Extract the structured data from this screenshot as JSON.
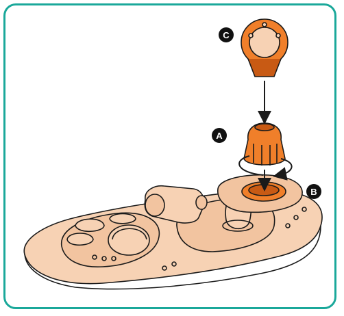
{
  "labels": {
    "a": "A",
    "b": "B",
    "c": "C"
  },
  "colors": {
    "frame_border": "#1aa89a",
    "base_fill": "#f7d2b4",
    "part_orange": "#f07f2a",
    "part_dark": "#c85a14",
    "outline": "#1a1a1a",
    "badge": "#111111"
  },
  "icons": {
    "rotate": "curved-rotation-arrows",
    "insert": "down-arrow"
  }
}
